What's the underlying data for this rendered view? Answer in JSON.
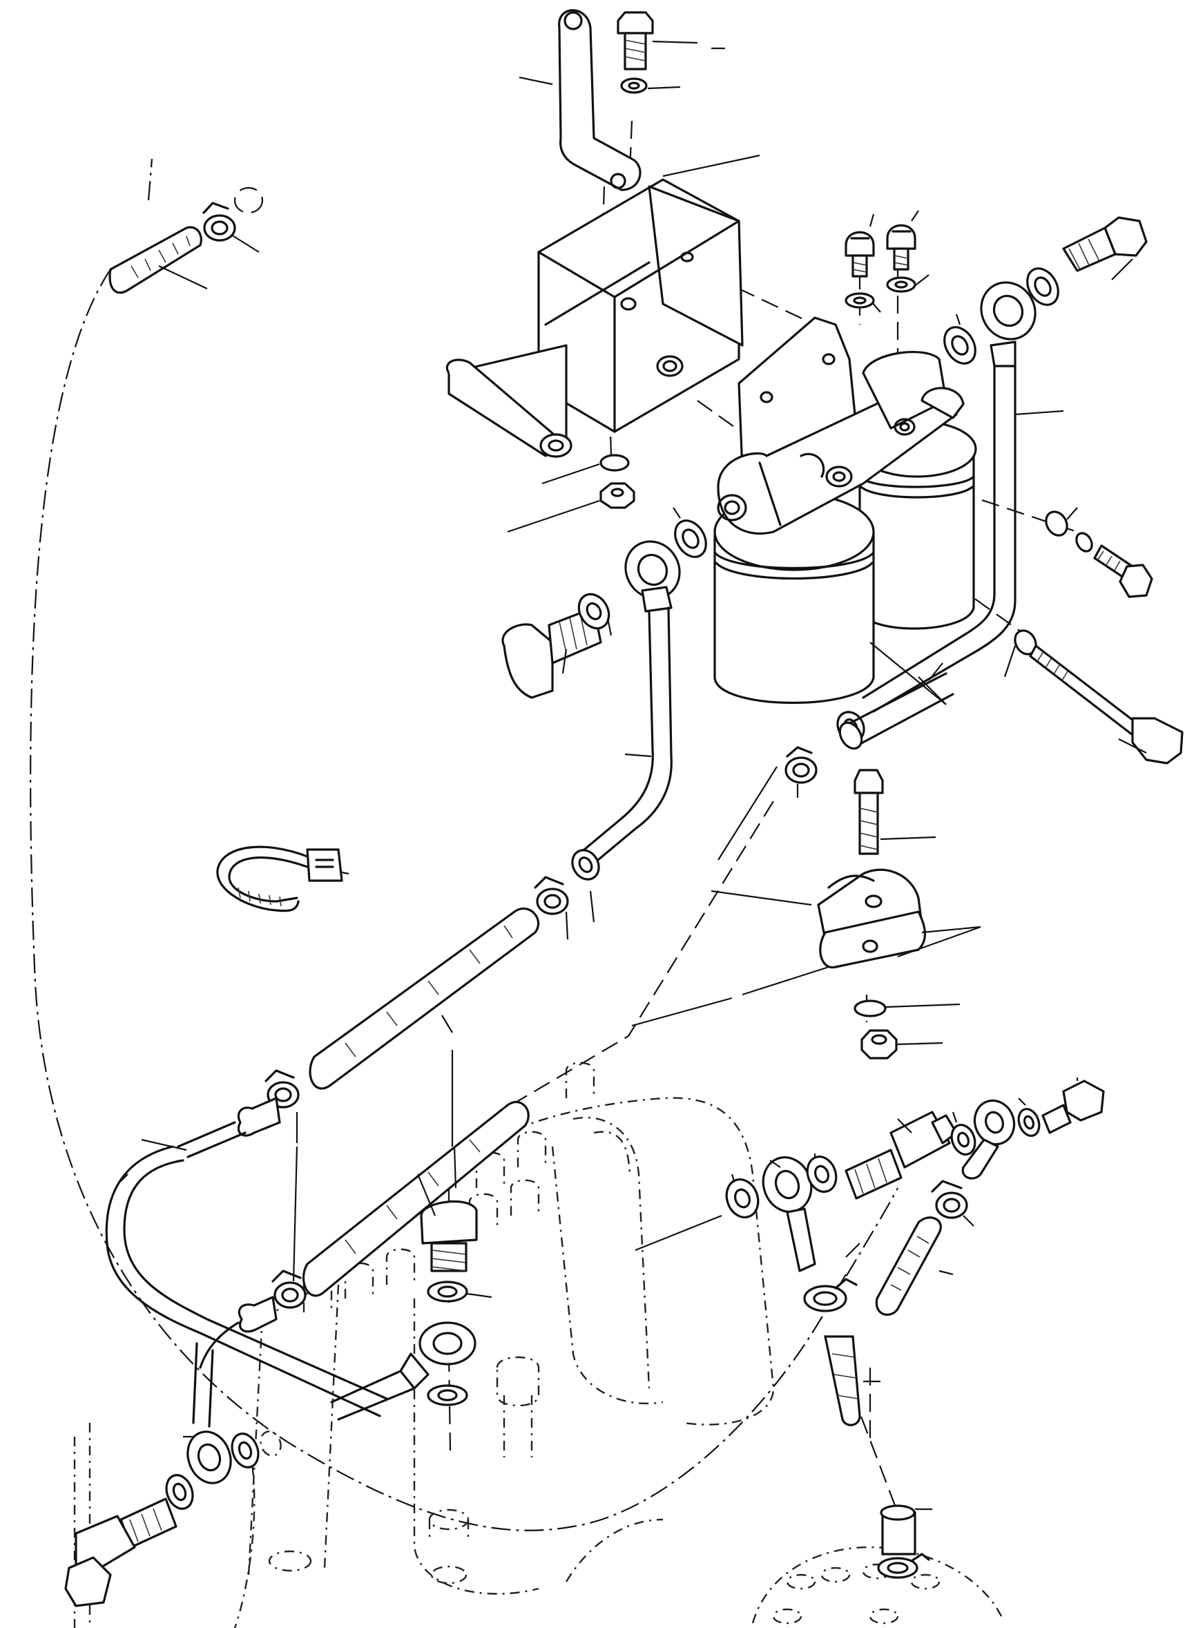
{
  "figure": {
    "kind": "exploded parts diagram",
    "line_color": "#111111",
    "background": "#ffffff"
  },
  "parts": [
    {
      "name": "upper-mounting-strap"
    },
    {
      "name": "strap-bolt"
    },
    {
      "name": "strap-washer"
    },
    {
      "name": "filter-mount-bracket"
    },
    {
      "name": "twin-fuel-filter-assembly"
    },
    {
      "name": "filter-head-screw"
    },
    {
      "name": "filter-head-washer"
    },
    {
      "name": "banjo-bolt"
    },
    {
      "name": "sealing-washer"
    },
    {
      "name": "banjo-fuel-pipe"
    },
    {
      "name": "hose-clamp"
    },
    {
      "name": "rubber-fuel-hose"
    },
    {
      "name": "lock-washer"
    },
    {
      "name": "hex-nut"
    },
    {
      "name": "long-bolt"
    },
    {
      "name": "pipe-clip"
    },
    {
      "name": "cable-tie"
    },
    {
      "name": "injection-pump-outline"
    },
    {
      "name": "return-pipe"
    }
  ]
}
